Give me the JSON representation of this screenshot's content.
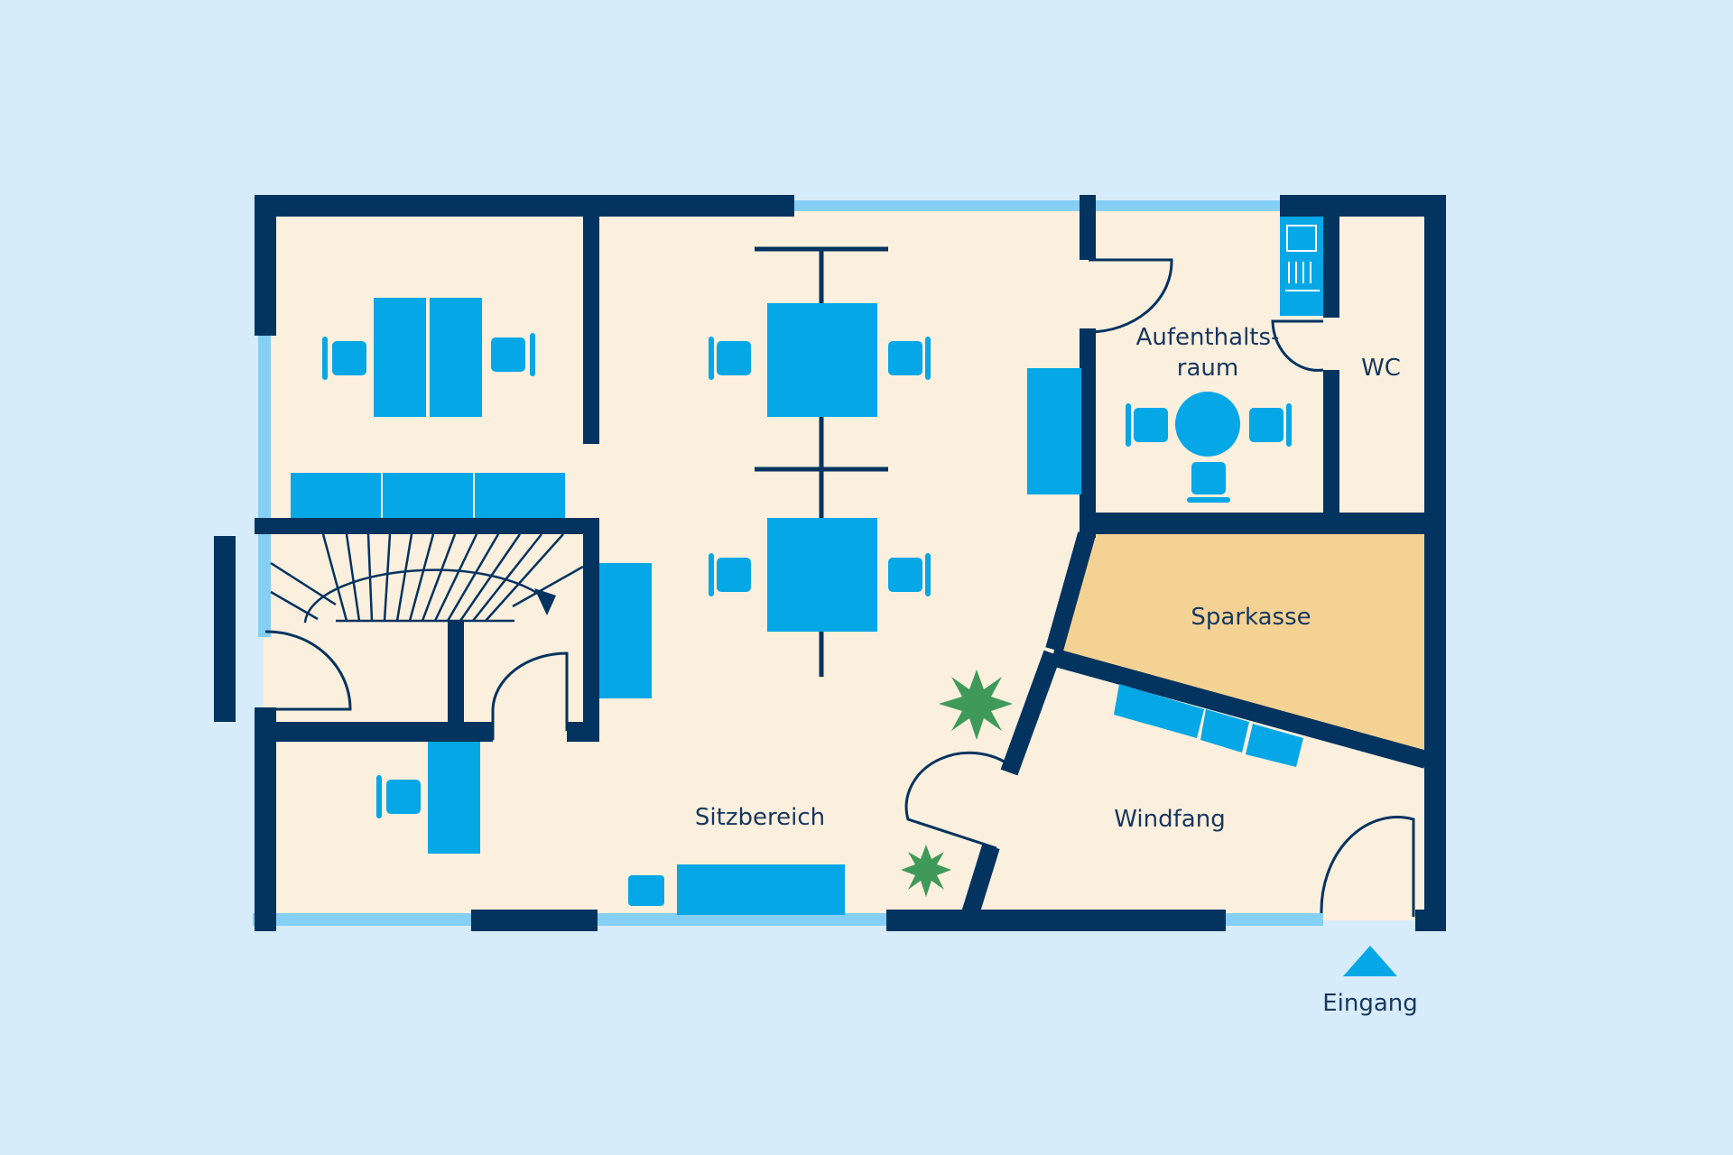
{
  "colors": {
    "background": "#d6ecfa",
    "floor": "#fbefde",
    "wall": "#03335f",
    "window": "#86cff4",
    "furniture": "#06a7e6",
    "sparkasse": "#f4d294",
    "plant": "#3f9a5a"
  },
  "rooms": {
    "aufenthalt_line1": "Aufenthalts-",
    "aufenthalt_line2": "raum",
    "wc": "WC",
    "sparkasse": "Sparkasse",
    "sitzbereich": "Sitzbereich",
    "windfang": "Windfang"
  },
  "entrance": {
    "label": "Eingang",
    "icon": "triangle-up-icon"
  },
  "decor": {
    "plant_icon": "potted-plant-icon"
  }
}
